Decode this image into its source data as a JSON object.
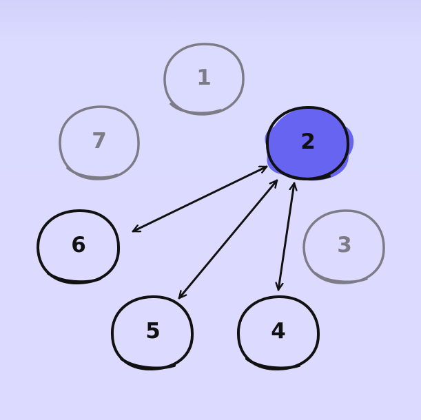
{
  "colors": {
    "background": "#dcdbff",
    "active_stroke": "#111111",
    "inactive_stroke": "#7c7b86",
    "highlight_fill": "#6664f0",
    "arrow": "#111111"
  },
  "nodes": [
    {
      "id": "1",
      "label": "1",
      "state": "inactive"
    },
    {
      "id": "2",
      "label": "2",
      "state": "selected"
    },
    {
      "id": "3",
      "label": "3",
      "state": "inactive"
    },
    {
      "id": "4",
      "label": "4",
      "state": "active"
    },
    {
      "id": "5",
      "label": "5",
      "state": "active"
    },
    {
      "id": "6",
      "label": "6",
      "state": "active"
    },
    {
      "id": "7",
      "label": "7",
      "state": "inactive"
    }
  ],
  "edges": [
    {
      "from": "2",
      "to": "6",
      "direction": "both"
    },
    {
      "from": "2",
      "to": "5",
      "direction": "both"
    },
    {
      "from": "2",
      "to": "4",
      "direction": "both"
    }
  ]
}
